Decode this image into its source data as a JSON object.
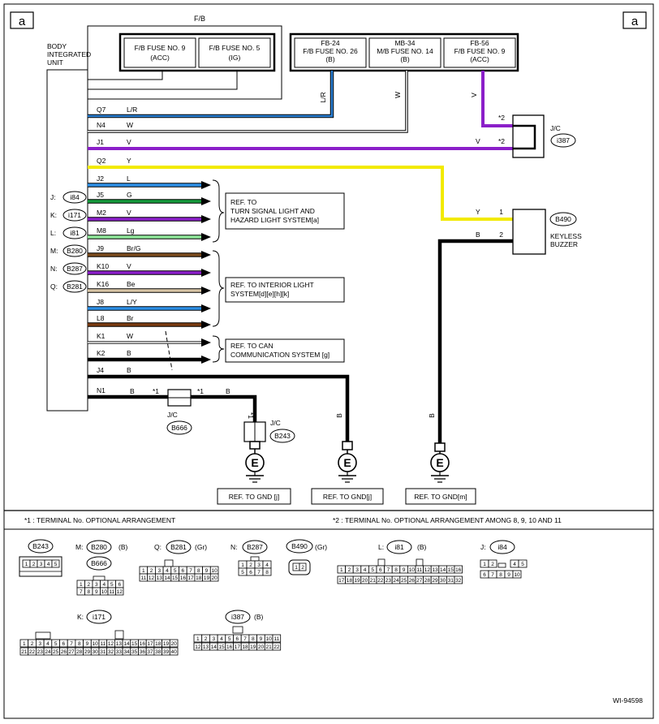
{
  "page": {
    "corner_left": "a",
    "corner_right": "a",
    "fb_label": "F/B",
    "drawing_id": "WI-94598"
  },
  "bcm": {
    "label_lines": [
      "BODY",
      "INTEGRATED",
      "UNIT"
    ],
    "connectors": [
      {
        "prefix": "J:",
        "ref": "i84"
      },
      {
        "prefix": "K:",
        "ref": "i171"
      },
      {
        "prefix": "L:",
        "ref": "i81"
      },
      {
        "prefix": "M:",
        "ref": "B280"
      },
      {
        "prefix": "N:",
        "ref": "B287"
      },
      {
        "prefix": "Q:",
        "ref": "B281"
      }
    ]
  },
  "fuses_left": [
    {
      "lines": [
        "F/B FUSE NO. 9",
        "(ACC)"
      ]
    },
    {
      "lines": [
        "F/B FUSE NO. 5",
        "(IG)"
      ]
    }
  ],
  "fuses_right": [
    {
      "lines": [
        "FB-24",
        "F/B FUSE NO. 26",
        "(B)"
      ]
    },
    {
      "lines": [
        "MB-34",
        "M/B FUSE NO. 14",
        "(B)"
      ]
    },
    {
      "lines": [
        "FB-56",
        "F/B FUSE NO. 9",
        "(ACC)"
      ]
    }
  ],
  "wires": [
    {
      "pin": "Q7",
      "color_code": "L/R",
      "color": "#2a7fd4"
    },
    {
      "pin": "N4",
      "color_code": "W",
      "color": "#ffffff"
    },
    {
      "pin": "J1",
      "color_code": "V",
      "color": "#8b1fc9"
    },
    {
      "pin": "Q2",
      "color_code": "Y",
      "color": "#f2ea00"
    },
    {
      "pin": "J2",
      "color_code": "L",
      "color": "#2d8fe6"
    },
    {
      "pin": "J5",
      "color_code": "G",
      "color": "#159a3c"
    },
    {
      "pin": "M2",
      "color_code": "V",
      "color": "#8b1fc9"
    },
    {
      "pin": "M8",
      "color_code": "Lg",
      "color": "#8fe89a"
    },
    {
      "pin": "J9",
      "color_code": "Br/G",
      "color": "#7a4a1c"
    },
    {
      "pin": "K10",
      "color_code": "V",
      "color": "#8b1fc9"
    },
    {
      "pin": "K16",
      "color_code": "Be",
      "color": "#d8c5a6"
    },
    {
      "pin": "J8",
      "color_code": "L/Y",
      "color": "#2d8fe6"
    },
    {
      "pin": "L8",
      "color_code": "Br",
      "color": "#7a3b10"
    },
    {
      "pin": "K1",
      "color_code": "W",
      "color": "#ffffff"
    },
    {
      "pin": "K2",
      "color_code": "B",
      "color": "#000000"
    },
    {
      "pin": "J4",
      "color_code": "B",
      "color": "#000000"
    },
    {
      "pin": "N1",
      "color_code": "B",
      "color": "#000000"
    }
  ],
  "vertical_wire_labels": {
    "lr": "L/R",
    "w": "W",
    "v": "V",
    "b1": "B",
    "b2": "B",
    "star1": "*1"
  },
  "refs": [
    {
      "lines": [
        "REF. TO",
        "TURN SIGNAL LIGHT AND",
        "HAZARD LIGHT SYSTEM[a]"
      ]
    },
    {
      "lines": [
        "REF. TO INTERIOR LIGHT",
        "SYSTEM[d][e][h][k]"
      ]
    },
    {
      "lines": [
        "REF. TO CAN",
        "COMMUNICATION SYSTEM [g]"
      ]
    }
  ],
  "jc_i387": {
    "label": "J/C",
    "ref": "i387",
    "star_top": "*2",
    "star_bot": "*2",
    "wire_v": "V"
  },
  "keyless": {
    "ref": "B490",
    "label_lines": [
      "KEYLESS",
      "BUZZER"
    ],
    "pin1": "1",
    "pin2": "2",
    "wire1": "Y",
    "wire2": "B"
  },
  "jc_b666": {
    "label": "J/C",
    "ref": "B666",
    "star_left": "*1",
    "star_right": "*1",
    "wire_b": "B",
    "n1_b": "B"
  },
  "jc_b243": {
    "label": "J/C",
    "ref": "B243"
  },
  "grounds": [
    {
      "symbol": "E",
      "ref": "REF. TO GND [j]"
    },
    {
      "symbol": "E",
      "ref": "REF. TO GND[j]"
    },
    {
      "symbol": "E",
      "ref": "REF. TO GND[m]"
    }
  ],
  "notes": {
    "n1": "*1 : TERMINAL No. OPTIONAL ARRANGEMENT",
    "n2": "*2 : TERMINAL No. OPTIONAL ARRANGEMENT AMONG 8, 9, 10 AND 11"
  },
  "connector_views": {
    "b243": {
      "ref": "B243",
      "pins": [
        "1",
        "2",
        "3",
        "4",
        "5"
      ]
    },
    "b280": {
      "prefix": "M:",
      "ref": "B280",
      "color": "(B)",
      "sub_ref": "B666",
      "row1": [
        "1",
        "2",
        "3",
        "4",
        "5",
        "6"
      ],
      "row2": [
        "7",
        "8",
        "9",
        "10",
        "11",
        "12"
      ]
    },
    "b281": {
      "prefix": "Q:",
      "ref": "B281",
      "color": "(Gr)",
      "row1": [
        "1",
        "2",
        "3",
        "4",
        "5",
        "6",
        "7",
        "8",
        "9",
        "10"
      ],
      "row2": [
        "11",
        "12",
        "13",
        "14",
        "15",
        "16",
        "17",
        "18",
        "19",
        "20"
      ]
    },
    "b287": {
      "prefix": "N:",
      "ref": "B287",
      "row1": [
        "1",
        "2",
        "3",
        "4"
      ],
      "row2": [
        "5",
        "6",
        "7",
        "8"
      ]
    },
    "b490": {
      "ref": "B490",
      "color": "(Gr)",
      "pins": [
        "1",
        "2"
      ]
    },
    "i81": {
      "prefix": "L:",
      "ref": "i81",
      "color": "(B)",
      "row1": [
        "1",
        "2",
        "3",
        "4",
        "5",
        "6",
        "7",
        "8",
        "9",
        "10",
        "11",
        "12",
        "13",
        "14",
        "15",
        "16"
      ],
      "row2": [
        "17",
        "18",
        "19",
        "20",
        "21",
        "22",
        "23",
        "24",
        "25",
        "26",
        "27",
        "28",
        "29",
        "30",
        "31",
        "32"
      ]
    },
    "i84": {
      "prefix": "J:",
      "ref": "i84",
      "row1": [
        "1",
        "2",
        "3",
        "4",
        "5"
      ],
      "row2": [
        "6",
        "7",
        "8",
        "9",
        "10"
      ]
    },
    "i171": {
      "prefix": "K:",
      "ref": "i171",
      "row1": [
        "1",
        "2",
        "3",
        "4",
        "5",
        "6",
        "7",
        "8",
        "9",
        "10",
        "11",
        "12",
        "13",
        "14",
        "15",
        "16",
        "17",
        "18",
        "19",
        "20"
      ],
      "row2": [
        "21",
        "22",
        "23",
        "24",
        "25",
        "26",
        "27",
        "28",
        "29",
        "30",
        "31",
        "32",
        "33",
        "34",
        "35",
        "36",
        "37",
        "38",
        "39",
        "40"
      ]
    },
    "i387": {
      "ref": "i387",
      "color": "(B)",
      "row1": [
        "1",
        "2",
        "3",
        "4",
        "5",
        "6",
        "7",
        "8",
        "9",
        "10",
        "11"
      ],
      "row2": [
        "12",
        "13",
        "14",
        "15",
        "16",
        "17",
        "18",
        "19",
        "20",
        "21",
        "22"
      ]
    }
  }
}
